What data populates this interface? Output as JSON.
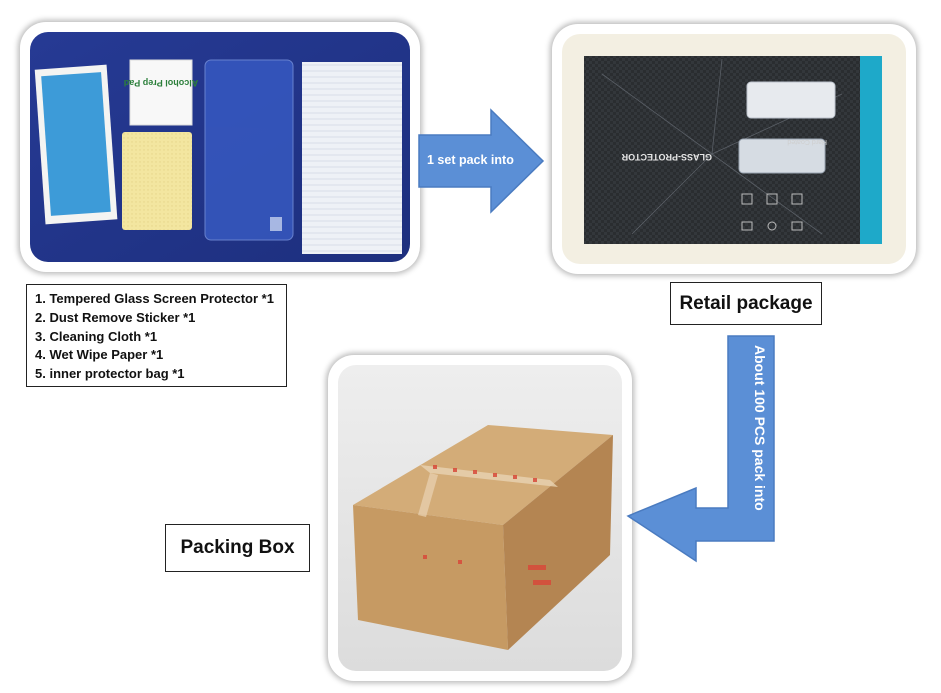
{
  "contents_list": {
    "items": [
      "1. Tempered Glass Screen Protector *1",
      "2. Dust Remove Sticker *1",
      "3. Cleaning Cloth *1",
      "4. Wet Wipe Paper *1",
      "5. inner protector bag *1"
    ]
  },
  "photos": {
    "accessories": {
      "wipe_text": "Alcohol Prep Pad"
    },
    "retail": {
      "text": "GLASS-PROTECTOR",
      "badge": "Hard Coated"
    }
  },
  "arrows": {
    "first": "1 set pack into",
    "second": "About 100 PCS pack into"
  },
  "labels": {
    "retail_package": "Retail package",
    "packing_box": "Packing Box"
  },
  "colors": {
    "arrow_fill": "#5b8fd6",
    "arrow_stroke": "#4a7bc0",
    "accessory_background": "#2a3f9a",
    "retail_background": "#f3efe2",
    "retail_package": "#2d3033",
    "box_cardboard": "#c69a63"
  }
}
